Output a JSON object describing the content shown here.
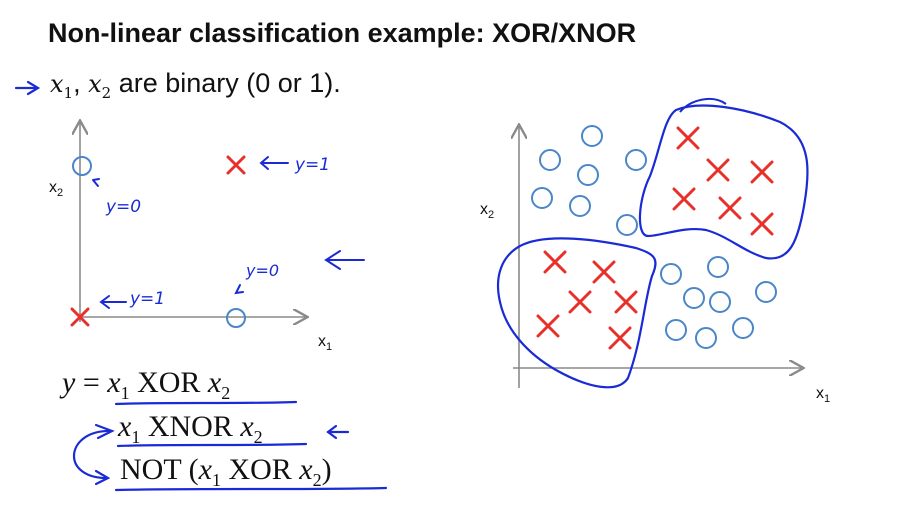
{
  "slide": {
    "title": "Non-linear classification example: XOR/XNOR",
    "subtitle": {
      "var1": "x",
      "sub1": "1",
      "sep": ", ",
      "var2": "x",
      "sub2": "2",
      "rest": " are binary (0 or 1)."
    }
  },
  "left_plot": {
    "xlabel": "x",
    "xlabel_sub": "1",
    "ylabel": "x",
    "ylabel_sub": "2",
    "annotations": [
      "y=0",
      "y=1",
      "y=1",
      "y=0"
    ]
  },
  "right_plot": {
    "xlabel": "x",
    "xlabel_sub": "1",
    "ylabel": "x",
    "ylabel_sub": "2"
  },
  "equations": {
    "line1": {
      "lhs": "y",
      "eq": " = ",
      "v1": "x",
      "s1": "1",
      "op": " XOR ",
      "v2": "x",
      "s2": "2"
    },
    "line2": {
      "v1": "x",
      "s1": "1",
      "op": " XNOR ",
      "v2": "x",
      "s2": "2"
    },
    "line3": {
      "not": "NOT (",
      "v1": "x",
      "s1": "1",
      "op": " XOR ",
      "v2": "x",
      "s2": "2",
      "close": ")"
    }
  },
  "colors": {
    "ink_blue": "#1a2bd6",
    "cross_red": "#e8302a",
    "circle_blue": "#4a86c8",
    "axis_gray": "#8a8a8a"
  }
}
